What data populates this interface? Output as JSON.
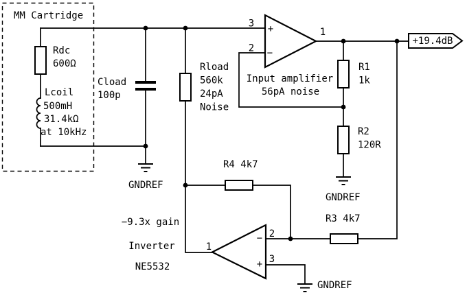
{
  "cartridge": {
    "label": "MM Cartridge",
    "rdc": {
      "name": "Rdc",
      "value": "600Ω"
    },
    "lcoil": {
      "name": "Lcoil",
      "value": "500mH",
      "impedance": "31.4kΩ",
      "condition": "at 10kHz"
    }
  },
  "cload": {
    "name": "Cload",
    "value": "100p"
  },
  "rload": {
    "name": "Rload",
    "value": "560k",
    "noise_current": "24pA",
    "noise_word": "Noise"
  },
  "input_amp": {
    "desc_line1": "Input amplifier",
    "desc_line2": "56pA noise",
    "pins": {
      "noninverting": "3",
      "inverting": "2",
      "output": "1"
    },
    "signs": {
      "plus": "+",
      "minus": "−"
    }
  },
  "r1": {
    "name": "R1",
    "value": "1k"
  },
  "r2": {
    "name": "R2",
    "value": "120R"
  },
  "r3": {
    "label": "R3 4k7"
  },
  "r4": {
    "label": "R4 4k7"
  },
  "inverter": {
    "gain_label": "−9.3x gain",
    "title": "Inverter",
    "part": "NE5532",
    "pins": {
      "output": "1",
      "inverting": "2",
      "noninverting": "3"
    },
    "signs": {
      "plus": "+",
      "minus": "−"
    }
  },
  "output_flag": {
    "label": "+19.4dB"
  },
  "grounds": {
    "cload_label": "GNDREF",
    "r2_label": "GNDREF",
    "inverter_label": "GNDREF"
  },
  "colors": {
    "wire": "#000000",
    "background": "#ffffff"
  }
}
